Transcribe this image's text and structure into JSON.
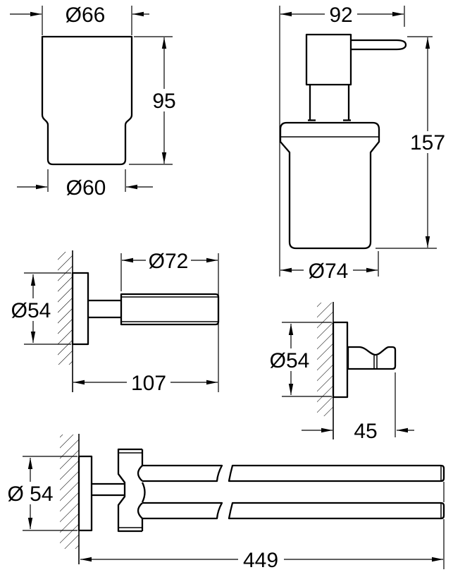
{
  "drawing": {
    "kind": "technical-dimension-drawing",
    "colors": {
      "line": "#000000",
      "background": "#ffffff"
    }
  },
  "views": {
    "tumbler": {
      "label": "tumbler-front-view",
      "dims": {
        "top_diameter": "Ø66",
        "height": "95",
        "bottom_diameter": "Ø60"
      }
    },
    "dispenser": {
      "label": "soap-dispenser-front-view",
      "dims": {
        "width": "92",
        "height": "157",
        "bottom_diameter": "Ø74"
      }
    },
    "holder": {
      "label": "glass-holder-side-view",
      "dims": {
        "ring_diameter": "Ø72",
        "plate_diameter": "Ø54",
        "projection": "107"
      }
    },
    "hook": {
      "label": "robe-hook-side-view",
      "dims": {
        "plate_diameter": "Ø54",
        "projection": "45"
      }
    },
    "towel_bar": {
      "label": "double-towel-bar-top-view",
      "dims": {
        "plate_diameter": "Ø 54",
        "length": "449"
      }
    }
  }
}
